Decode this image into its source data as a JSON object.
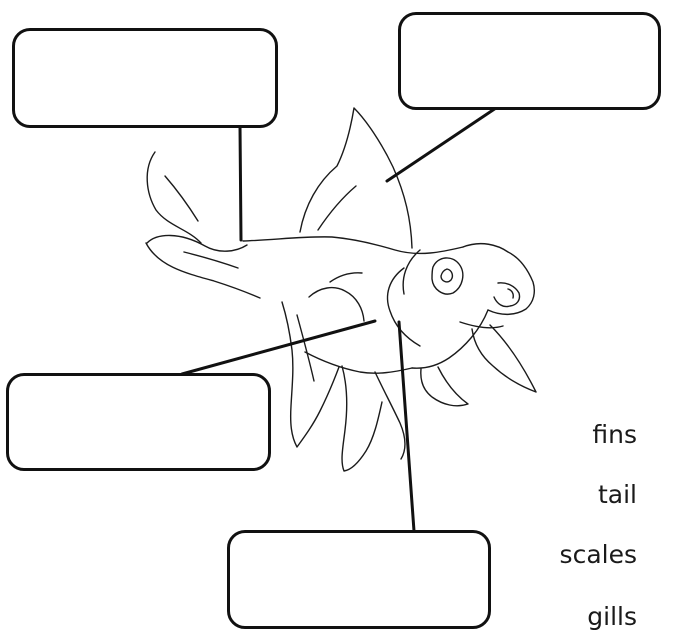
{
  "worksheet": {
    "word_bank": [
      "fins",
      "tail",
      "scales",
      "gills"
    ],
    "colors": {
      "ink": "#111111",
      "paper": "#ffffff"
    },
    "icon": "goldfish-line-drawing"
  }
}
